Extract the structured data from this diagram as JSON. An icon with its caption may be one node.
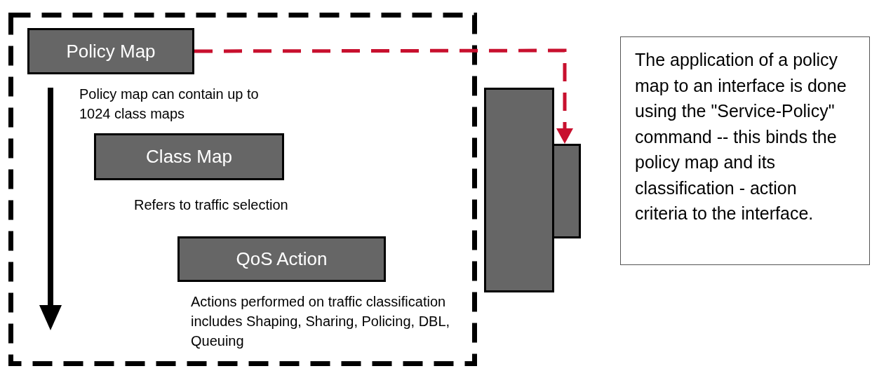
{
  "diagram": {
    "nodes": [
      {
        "text": [],
        "shape": "box"
      },
      {
        "text": [
          "Policy Map"
        ],
        "in": 0,
        "beside": [
          "Policy map can contain up to 1024 class maps"
        ]
      },
      {
        "text": [
          "Class Map"
        ],
        "in": 0,
        "beside": [
          "Refers to traffic selection"
        ]
      },
      {
        "text": [
          "QoS Action"
        ],
        "in": 0,
        "beside": [
          "Actions performed on traffic classification includes Shaping, Sharing, Policing, DBL, Queuing"
        ]
      },
      {
        "text": [],
        "shape": "box"
      },
      {
        "text": [
          "The application of a policy map to an interface is done using the \"Service-Policy\" command -- this binds the policy map and its classification - action criteria to the interface."
        ]
      }
    ],
    "edges": [
      {
        "from": 1,
        "to": 4,
        "arrow": "to",
        "style": "dashed",
        "color": "#c8102e"
      }
    ]
  }
}
